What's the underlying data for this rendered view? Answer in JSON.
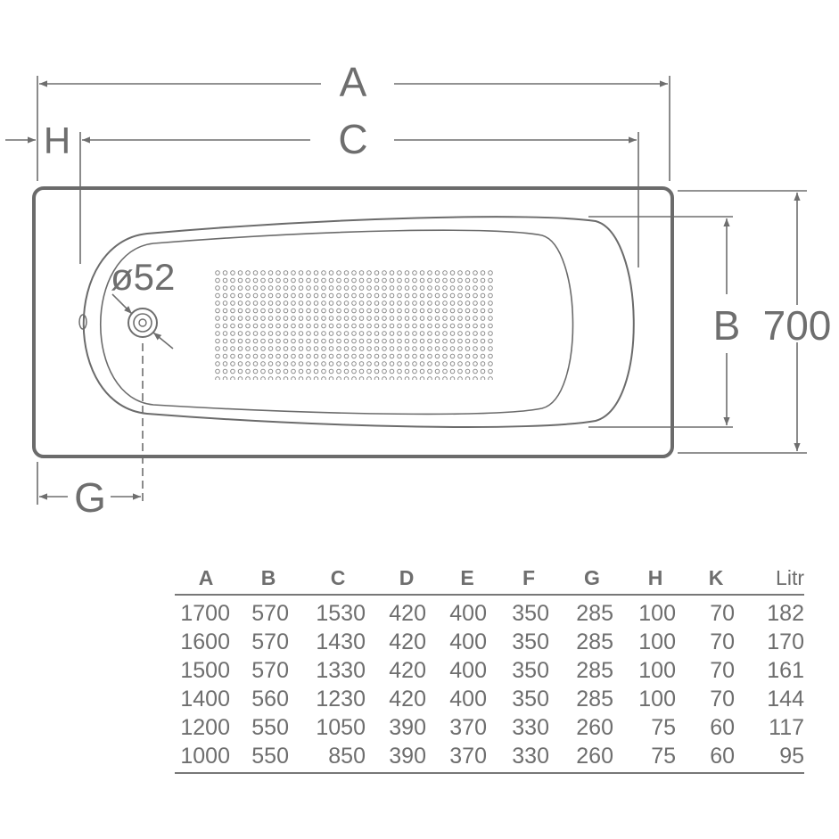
{
  "drawing": {
    "labels": {
      "A": "A",
      "C": "C",
      "H": "H",
      "G": "G",
      "B": "B",
      "width": "700",
      "drain": "ø52"
    }
  },
  "table": {
    "headers": [
      "A",
      "B",
      "C",
      "D",
      "E",
      "F",
      "G",
      "H",
      "K",
      "Litr"
    ],
    "rows": [
      [
        "1700",
        "570",
        "1530",
        "420",
        "400",
        "350",
        "285",
        "100",
        "70",
        "182"
      ],
      [
        "1600",
        "570",
        "1430",
        "420",
        "400",
        "350",
        "285",
        "100",
        "70",
        "170"
      ],
      [
        "1500",
        "570",
        "1330",
        "420",
        "400",
        "350",
        "285",
        "100",
        "70",
        "161"
      ],
      [
        "1400",
        "560",
        "1230",
        "420",
        "400",
        "350",
        "285",
        "100",
        "70",
        "144"
      ],
      [
        "1200",
        "550",
        "1050",
        "390",
        "370",
        "330",
        "260",
        "75",
        "60",
        "117"
      ],
      [
        "1000",
        "550",
        "850",
        "390",
        "370",
        "330",
        "260",
        "75",
        "60",
        "95"
      ]
    ]
  },
  "colors": {
    "line": "#6e6e6e",
    "outline": "#6b6b6b"
  }
}
